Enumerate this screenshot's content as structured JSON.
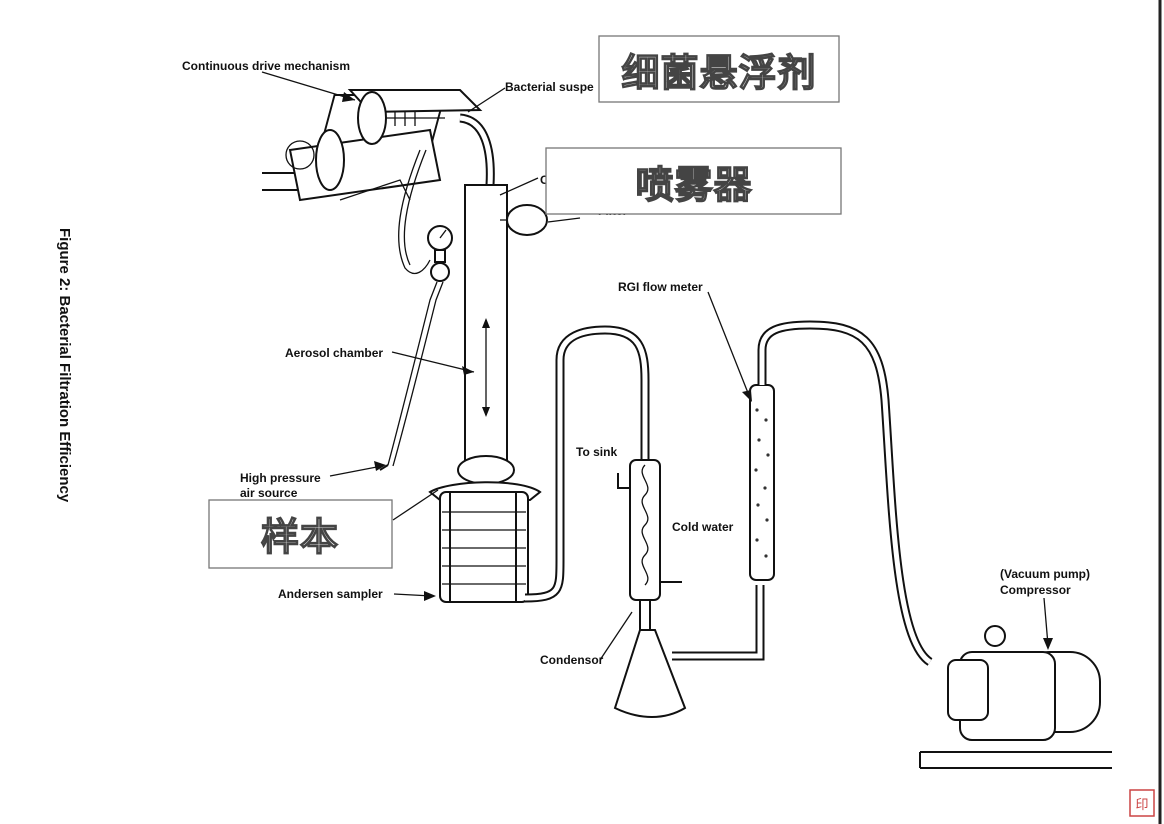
{
  "figure_title": "Figure 2: Bacterial Filtration Efficiency",
  "labels": {
    "drive": "Continuous drive mechanism",
    "suspension": "Bacterial suspe",
    "aerosol_chamber": "Aerosol chamber",
    "high_pressure_1": "High pressure",
    "high_pressure_2": "air source",
    "andersen": "Andersen sampler",
    "to_sink": "To sink",
    "cold_water": "Cold water",
    "condensor": "Condensor",
    "rgi": "RGI flow meter",
    "vacuum_1": "(Vacuum pump)",
    "vacuum_2": "Compressor",
    "partial_c": "C",
    "partial_filter": "Filter"
  },
  "annotations": {
    "suspension_cn": "细菌悬浮剂",
    "nebulizer_cn": "喷雾器",
    "sample_cn": "样本"
  },
  "seal_text": "印"
}
